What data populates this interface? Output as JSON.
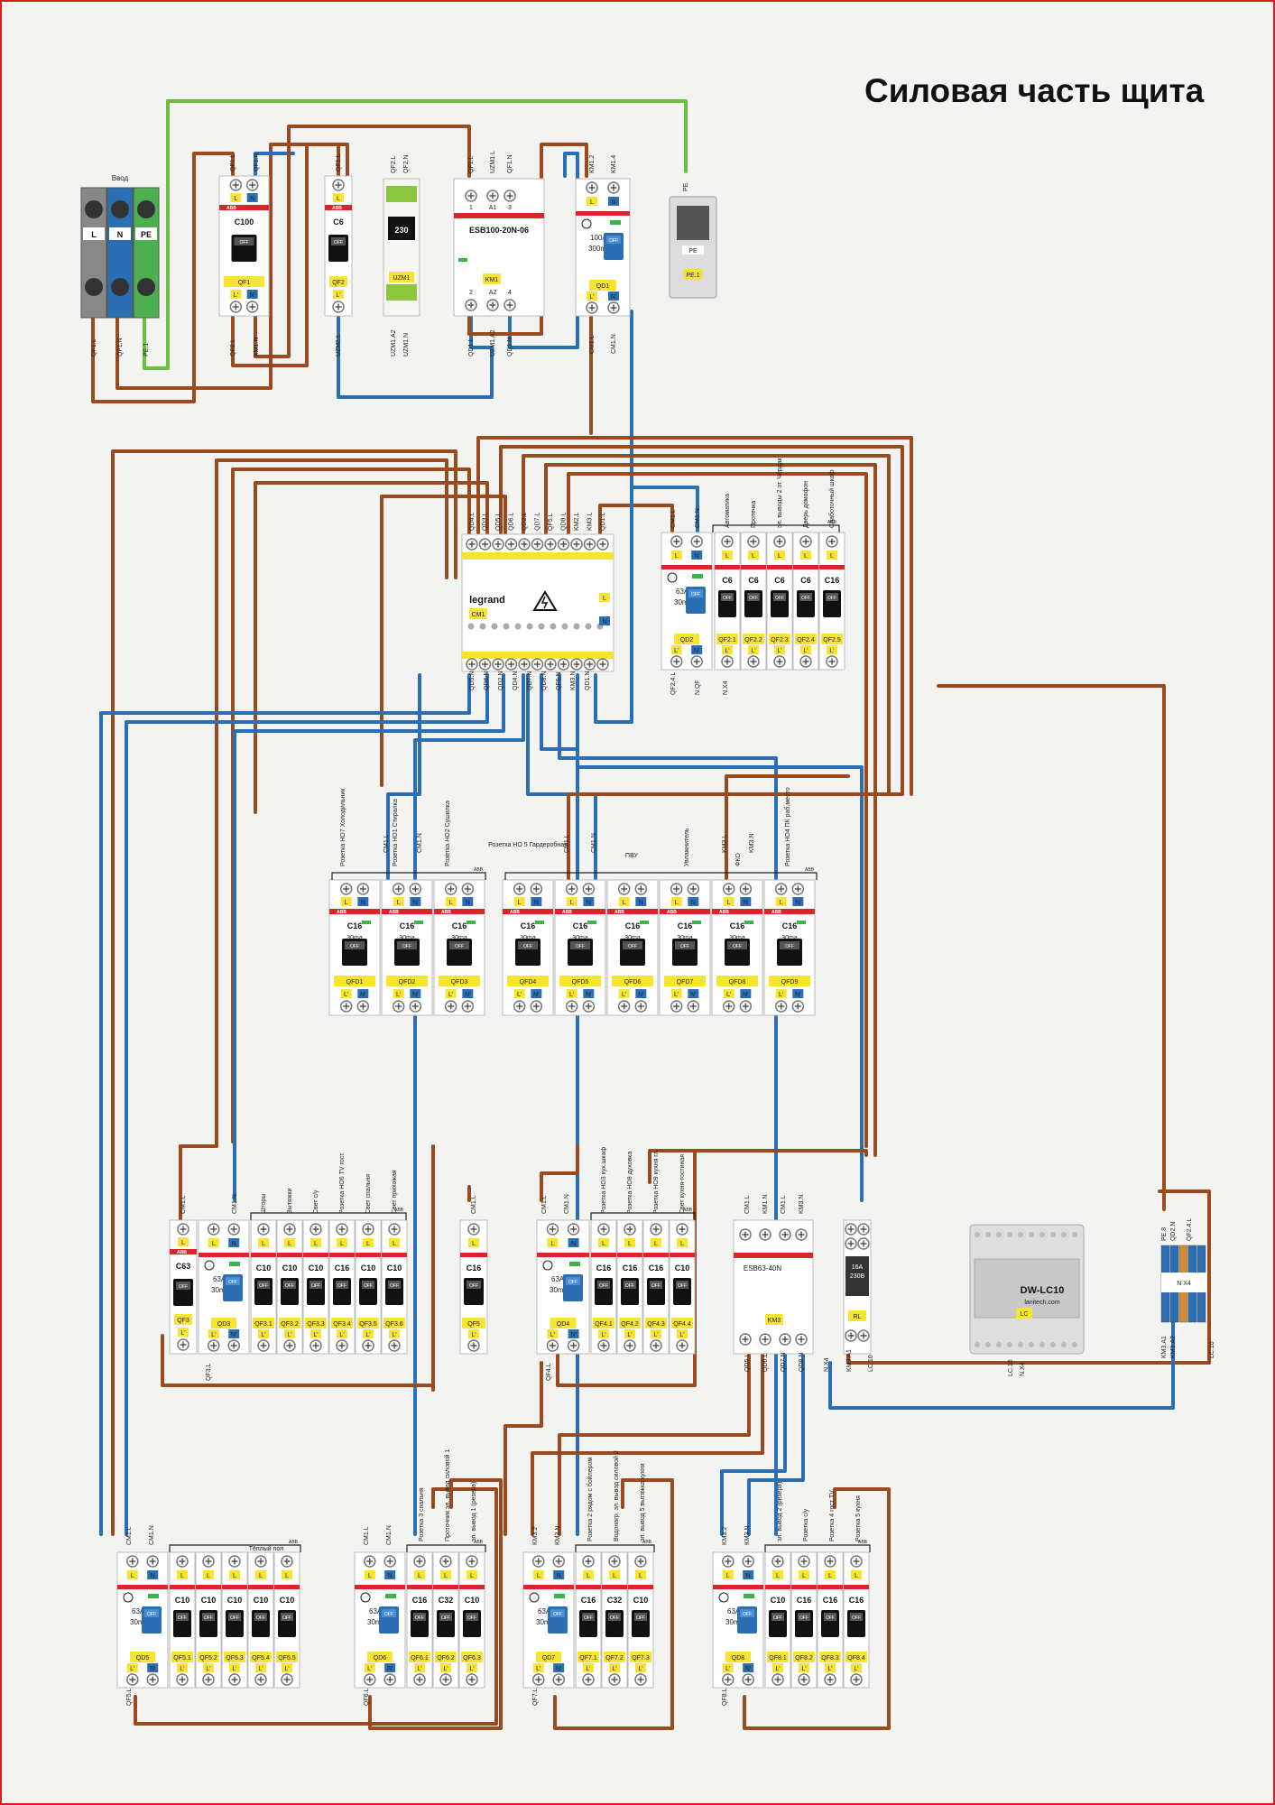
{
  "title": "Силовая часть щита",
  "colors": {
    "phase": "#9a4a1c",
    "neutral": "#2a6fb4",
    "earth": "#6bbf3c",
    "terminal_yellow": "#f6e431",
    "abb_red": "#d9262b",
    "red_border": "#d62020"
  },
  "input_block": {
    "caption": "Ввод",
    "terms": [
      "L",
      "N",
      "PE"
    ],
    "wires": [
      "QF1.L",
      "QF1.N",
      "PE.1"
    ]
  },
  "top_row": [
    {
      "id": "QF1",
      "rating": "C100",
      "top": [
        "QF1.L",
        "QF1.N"
      ],
      "bottom": [
        "QF2.L",
        "KM1.N"
      ]
    },
    {
      "id": "QF2",
      "rating": "C6",
      "top": [
        "QF1.L"
      ],
      "bottom": [
        "UZM1.L"
      ]
    },
    {
      "id": "UZM1",
      "rating": "230",
      "top": [
        "QF2.L",
        "QF2.N"
      ],
      "bottom": [
        "UZM1.A2",
        "UZM1.N"
      ]
    },
    {
      "id": "KM1",
      "rating": "ESB100-20N-06",
      "top": [
        "QF1.L",
        "UZM1.L",
        "QF1.N"
      ],
      "bottom": [
        "QD1.L",
        "UZM1.A2",
        "QD1.N"
      ]
    },
    {
      "id": "QD1",
      "rating": "100A",
      "sub": "300mA",
      "top": [
        "KM1.2",
        "KM1.4"
      ],
      "bottom": [
        "CM1.L",
        "CM1.N"
      ]
    },
    {
      "id": "PE.1",
      "rating": "",
      "top": [
        "PE"
      ],
      "bottom": []
    }
  ],
  "dist_block": {
    "brand": "legrand",
    "id": "CM1",
    "top_wires": [
      "QD4.L",
      "QD3.L",
      "QD5.L",
      "QD6.L",
      "QD2.L",
      "QD7.L",
      "QF5.L",
      "QD8.L",
      "KM2.L",
      "KM3.L",
      "QD1.L"
    ],
    "bottom_wires": [
      "QD5.N",
      "QD6.N",
      "QD2.N",
      "QD4.N",
      "QD7.N",
      "QD8.N",
      "QF5.N",
      "KM3.N",
      "QD1.N"
    ]
  },
  "qd2_group": {
    "rcd": {
      "id": "QD2",
      "rating": "63A",
      "sub": "30mA",
      "top": [
        "CM1.L",
        "CM1.N"
      ],
      "bottom": [
        "QF2.4.L",
        "N.QF"
      ]
    },
    "breakers": [
      {
        "id": "QF2.1",
        "rating": "C6",
        "label": "Автоматика"
      },
      {
        "id": "QF2.2",
        "rating": "C6",
        "label": "Протечка"
      },
      {
        "id": "QF2.3",
        "rating": "C6",
        "label": "эл. выводы 2 эт. Чердак"
      },
      {
        "id": "QF2.4",
        "rating": "C6",
        "label": "Дверь домофон"
      },
      {
        "id": "QF2.5",
        "rating": "C16",
        "label": "Слаботочный шкаф"
      }
    ]
  },
  "difs_a": {
    "labels": [
      "Розетка НО7 Холодильник",
      "Розетка НО1 Стиралка",
      "Розетка НО2 Сушилка"
    ],
    "items": [
      {
        "id": "QFD1",
        "rating": "C16",
        "sub": "30ma"
      },
      {
        "id": "QFD2",
        "rating": "C16",
        "sub": "30ma"
      },
      {
        "id": "QFD3",
        "rating": "C16",
        "sub": "30ma"
      }
    ]
  },
  "difs_b": {
    "labels": [
      "Розетка НО 5 Гардеробная",
      "ПВУ",
      "Увлажнитель",
      "ФКО",
      "Розетка НО4 ПК раб.место"
    ],
    "items": [
      {
        "id": "QFD4",
        "rating": "C16",
        "sub": "30ma"
      },
      {
        "id": "QFD5",
        "rating": "C16",
        "sub": "30ma"
      },
      {
        "id": "QFD6",
        "rating": "C16",
        "sub": "30ma"
      },
      {
        "id": "QFD7",
        "rating": "C16",
        "sub": "30ma"
      },
      {
        "id": "QFD8",
        "rating": "C16",
        "sub": "30ma"
      },
      {
        "id": "QFD9",
        "rating": "C16",
        "sub": "30ma"
      }
    ]
  },
  "group_qd3": {
    "main": {
      "id": "QF3",
      "rating": "C63"
    },
    "rcd": {
      "id": "QD3",
      "rating": "63A",
      "sub": "30mA"
    },
    "breakers": [
      {
        "id": "QF3.1",
        "rating": "C10",
        "label": "Шторы"
      },
      {
        "id": "QF3.2",
        "rating": "C10",
        "label": "Вытяжки"
      },
      {
        "id": "QF3.3",
        "rating": "C10",
        "label": "Свет с/у"
      },
      {
        "id": "QF3.4",
        "rating": "C16",
        "label": "Розетка НО6 TV гост."
      },
      {
        "id": "QF3.5",
        "rating": "C10",
        "label": "Свет спальня"
      },
      {
        "id": "QF3.6",
        "rating": "C10",
        "label": "Свет прихожая"
      }
    ]
  },
  "single_qf5": {
    "id": "QF5",
    "rating": "C16"
  },
  "group_qd4": {
    "rcd": {
      "id": "QD4",
      "rating": "63A",
      "sub": "30mA"
    },
    "breakers": [
      {
        "id": "QF4.1",
        "rating": "C16",
        "label": "Розетка НО3 кух.шкаф"
      },
      {
        "id": "QF4.2",
        "rating": "C16",
        "label": "Розетка НО8 духовка"
      },
      {
        "id": "QF4.3",
        "rating": "C16",
        "label": "Розетка НО9 кухня гл."
      },
      {
        "id": "QF4.4",
        "rating": "C10",
        "label": "Свет кухня-гостиная"
      }
    ]
  },
  "contactor_km3": {
    "id": "KM3",
    "rating": "ESB63-40N"
  },
  "relay_rl": {
    "id": "RL",
    "rating": "16A",
    "sub": "230B"
  },
  "controller": {
    "model": "DW-LC10",
    "site": "lanitech.com",
    "tag": "LC"
  },
  "terminal_block": {
    "labels": [
      "PE.8",
      "QD2.N",
      "QF2.4.L",
      "KM3.A1",
      "KM3.A2",
      "LC.10",
      "N.X4"
    ]
  },
  "bottom_groups": [
    {
      "rcd": {
        "id": "QD5",
        "rating": "63A",
        "sub": "30mA"
      },
      "caption": "Тёплый пол",
      "breakers": [
        {
          "id": "QF5.1",
          "rating": "C10"
        },
        {
          "id": "QF5.2",
          "rating": "C10"
        },
        {
          "id": "QF5.3",
          "rating": "C10"
        },
        {
          "id": "QF5.4",
          "rating": "C10"
        },
        {
          "id": "QF5.5",
          "rating": "C10"
        }
      ]
    },
    {
      "rcd": {
        "id": "QD6",
        "rating": "63A",
        "sub": "30mA"
      },
      "labels": [
        "Розетка 3 спальня",
        "Проточник эл. вывод силовой 1",
        "эл. вывод 1 (резерв)"
      ],
      "breakers": [
        {
          "id": "QF6.1",
          "rating": "C16"
        },
        {
          "id": "QF6.2",
          "rating": "C32"
        },
        {
          "id": "QF6.3",
          "rating": "C10"
        }
      ]
    },
    {
      "rcd": {
        "id": "QD7",
        "rating": "63A",
        "sub": "30mA"
      },
      "labels": [
        "Розетка 2 рядом с бойлером",
        "Водонагр. эл. вывод силовой 2",
        "эл. вывод 5 вытяжка кухня"
      ],
      "breakers": [
        {
          "id": "QF7.1",
          "rating": "C16"
        },
        {
          "id": "QF7.2",
          "rating": "C32"
        },
        {
          "id": "QF7.3",
          "rating": "C10"
        }
      ]
    },
    {
      "rcd": {
        "id": "QD8",
        "rating": "63A",
        "sub": "30mA"
      },
      "labels": [
        "эл. вывод 2 (резерв)",
        "Розетка с/у",
        "Розетка 4 гост TV",
        "Розетка 5 кухня"
      ],
      "breakers": [
        {
          "id": "QF8.1",
          "rating": "C10"
        },
        {
          "id": "QF8.2",
          "rating": "C16"
        },
        {
          "id": "QF8.3",
          "rating": "C16"
        },
        {
          "id": "QF8.4",
          "rating": "C16"
        }
      ]
    }
  ]
}
